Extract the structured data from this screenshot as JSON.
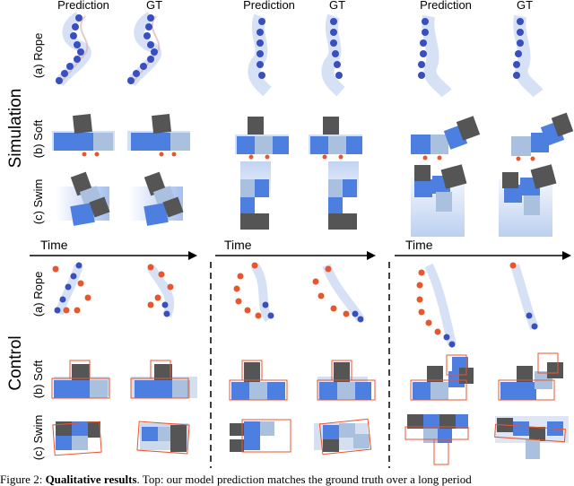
{
  "header": {
    "col_prediction": "Prediction",
    "col_gt": "GT"
  },
  "sections": {
    "simulation": "Simulation",
    "control": "Control"
  },
  "rows": {
    "rope": "(a) Rope",
    "soft": "(b) Soft",
    "swim": "(c) Swim"
  },
  "time_label": "Time",
  "caption": {
    "prefix": "Figure 2: ",
    "bold": "Qualitative results",
    "rest": ". Top: our model prediction matches the ground truth over a long period"
  },
  "colors": {
    "blue": "#4d7fe0",
    "light_blue": "#a9c0df",
    "dark_gray": "#555555",
    "orange": "#e8562e",
    "rope_blue": "#3a4fbf"
  }
}
